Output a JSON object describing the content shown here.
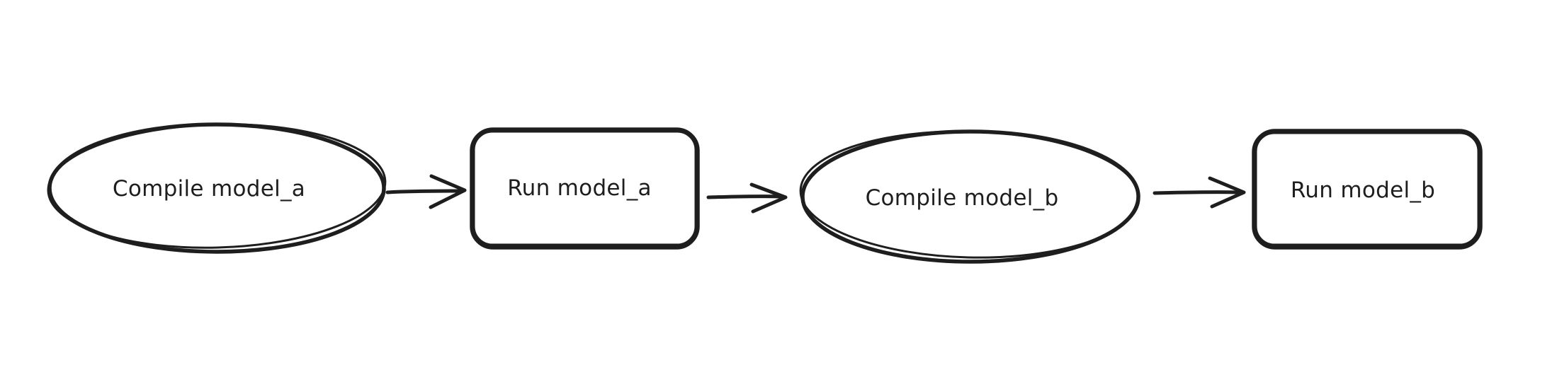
{
  "canvas": {
    "background": "#ffffff",
    "stroke_color": "#1e1e1e"
  },
  "nodes": [
    {
      "id": "compile_model_a",
      "shape": "ellipse",
      "label": "Compile model_a"
    },
    {
      "id": "run_model_a",
      "shape": "rounded-rectangle",
      "label": "Run model_a"
    },
    {
      "id": "compile_model_b",
      "shape": "ellipse",
      "label": "Compile model_b"
    },
    {
      "id": "run_model_b",
      "shape": "rounded-rectangle",
      "label": "Run model_b"
    }
  ],
  "edges": [
    {
      "from": "compile_model_a",
      "to": "run_model_a",
      "type": "arrow",
      "direction": "right"
    },
    {
      "from": "run_model_a",
      "to": "compile_model_b",
      "type": "arrow",
      "direction": "right"
    },
    {
      "from": "compile_model_b",
      "to": "run_model_b",
      "type": "arrow",
      "direction": "right"
    }
  ]
}
